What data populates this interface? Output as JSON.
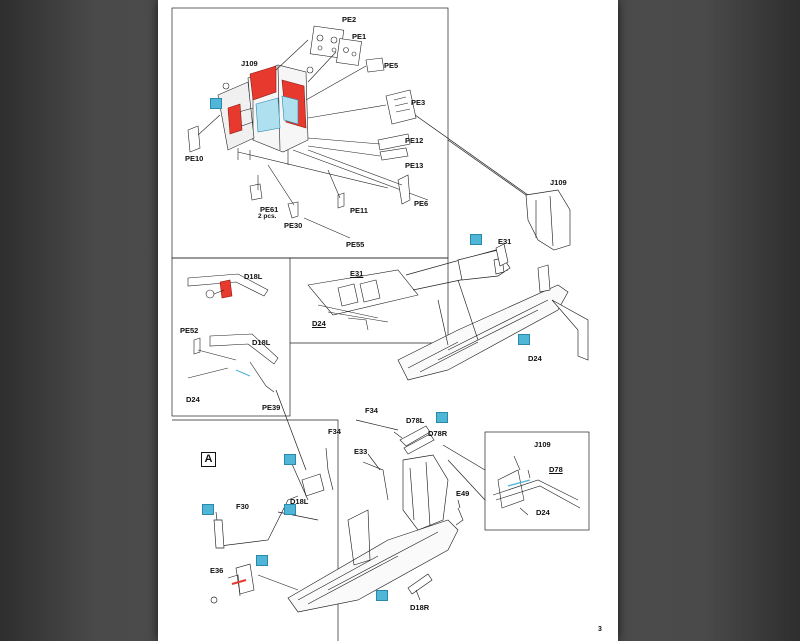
{
  "labels": {
    "pe2": "PE2",
    "pe1": "PE1",
    "j109_top": "J109",
    "pe5": "PE5",
    "pe3": "PE3",
    "pe12": "PE12",
    "pe10": "PE10",
    "pe13": "PE13",
    "pe6": "PE6",
    "pe61": "PE61",
    "pcs": "2 pcs.",
    "pe11": "PE11",
    "pe30": "PE30",
    "pe55": "PE55",
    "j109_right": "J109",
    "e31_main": "E31",
    "e31_inset": "E31",
    "d24_inset": "D24",
    "d24_main": "D24",
    "d18l_1": "D18L",
    "pe52": "PE52",
    "d18l_2": "D18L",
    "d24_left": "D24",
    "pe39": "PE39",
    "f34_1": "F34",
    "f34_2": "F34",
    "d78l": "D78L",
    "d78r": "D78R",
    "e33": "E33",
    "j109_inset": "J109",
    "d78_inset": "D78",
    "d24_inset2": "D24",
    "e49": "E49",
    "d18l_3": "D18L",
    "f30": "F30",
    "e36": "E36",
    "d18r": "D18R"
  },
  "markers": {
    "step_letter": "A",
    "page_number": "3"
  },
  "colors": {
    "paint_swatch": "#4fb6d8",
    "red_highlight": "#e8392e",
    "linework": "#222222"
  }
}
